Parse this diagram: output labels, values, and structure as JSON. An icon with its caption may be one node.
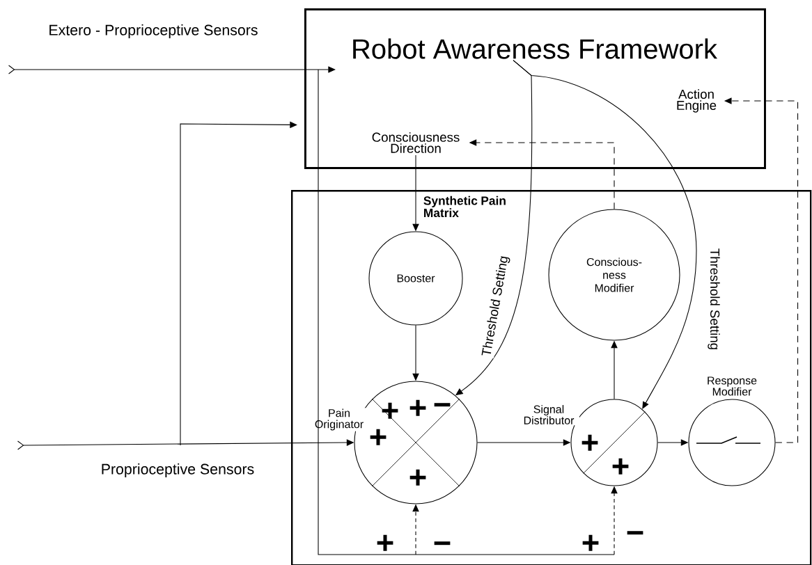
{
  "diagram": {
    "nodes": [
      {
        "text": [
          "Robot Awareness Framework"
        ]
      },
      {
        "text": [
          "Consciousness Direction"
        ],
        "in": 0
      },
      {
        "text": [
          "Action Engine"
        ],
        "in": 0
      },
      {
        "text": [
          "Synthetic Pain Matrix"
        ]
      },
      {
        "text": [
          "Booster"
        ],
        "in": 3
      },
      {
        "text": [
          "Conscious- ness Modifier"
        ],
        "in": 3
      },
      {
        "text": [],
        "shape": "circle",
        "beside": [
          "Pain Originator"
        ],
        "in": 3
      },
      {
        "text": [],
        "shape": "circle",
        "beside": [
          "Signal Distributor"
        ],
        "in": 3
      },
      {
        "text": [],
        "shape": "circle",
        "beside": [
          "Response Modifier"
        ],
        "in": 3
      }
    ],
    "edges": [
      {
        "from": null,
        "to": 0,
        "arrow": "to",
        "label": "Extero - Proprioceptive Sensors"
      },
      {
        "from": null,
        "to": 6,
        "arrow": "to",
        "label": "Proprioceptive Sensors"
      },
      {
        "from": null,
        "to": 0,
        "arrow": "to"
      },
      {
        "from": 1,
        "to": 4,
        "arrow": "to"
      },
      {
        "from": 4,
        "to": 6,
        "arrow": "to"
      },
      {
        "from": 6,
        "to": 7,
        "arrow": "to"
      },
      {
        "from": 7,
        "to": 8,
        "arrow": "to"
      },
      {
        "from": 7,
        "to": 5,
        "arrow": "to"
      },
      {
        "from": 5,
        "to": 1,
        "arrow": "to",
        "style": "dashed"
      },
      {
        "from": 8,
        "to": 2,
        "arrow": "to",
        "style": "dashed"
      },
      {
        "from": 0,
        "to": 6,
        "arrow": "to",
        "label": "Threshold Setting"
      },
      {
        "from": 0,
        "to": 7,
        "arrow": "to",
        "label": "Threshold Setting"
      },
      {
        "from": null,
        "to": 6,
        "arrow": "to",
        "style": "dashed"
      },
      {
        "from": null,
        "to": 7,
        "arrow": "to",
        "style": "dashed"
      }
    ],
    "labels": [
      "+",
      "−",
      "+",
      "+",
      "+",
      "+",
      "+",
      "+",
      "−",
      "+",
      "−"
    ]
  }
}
